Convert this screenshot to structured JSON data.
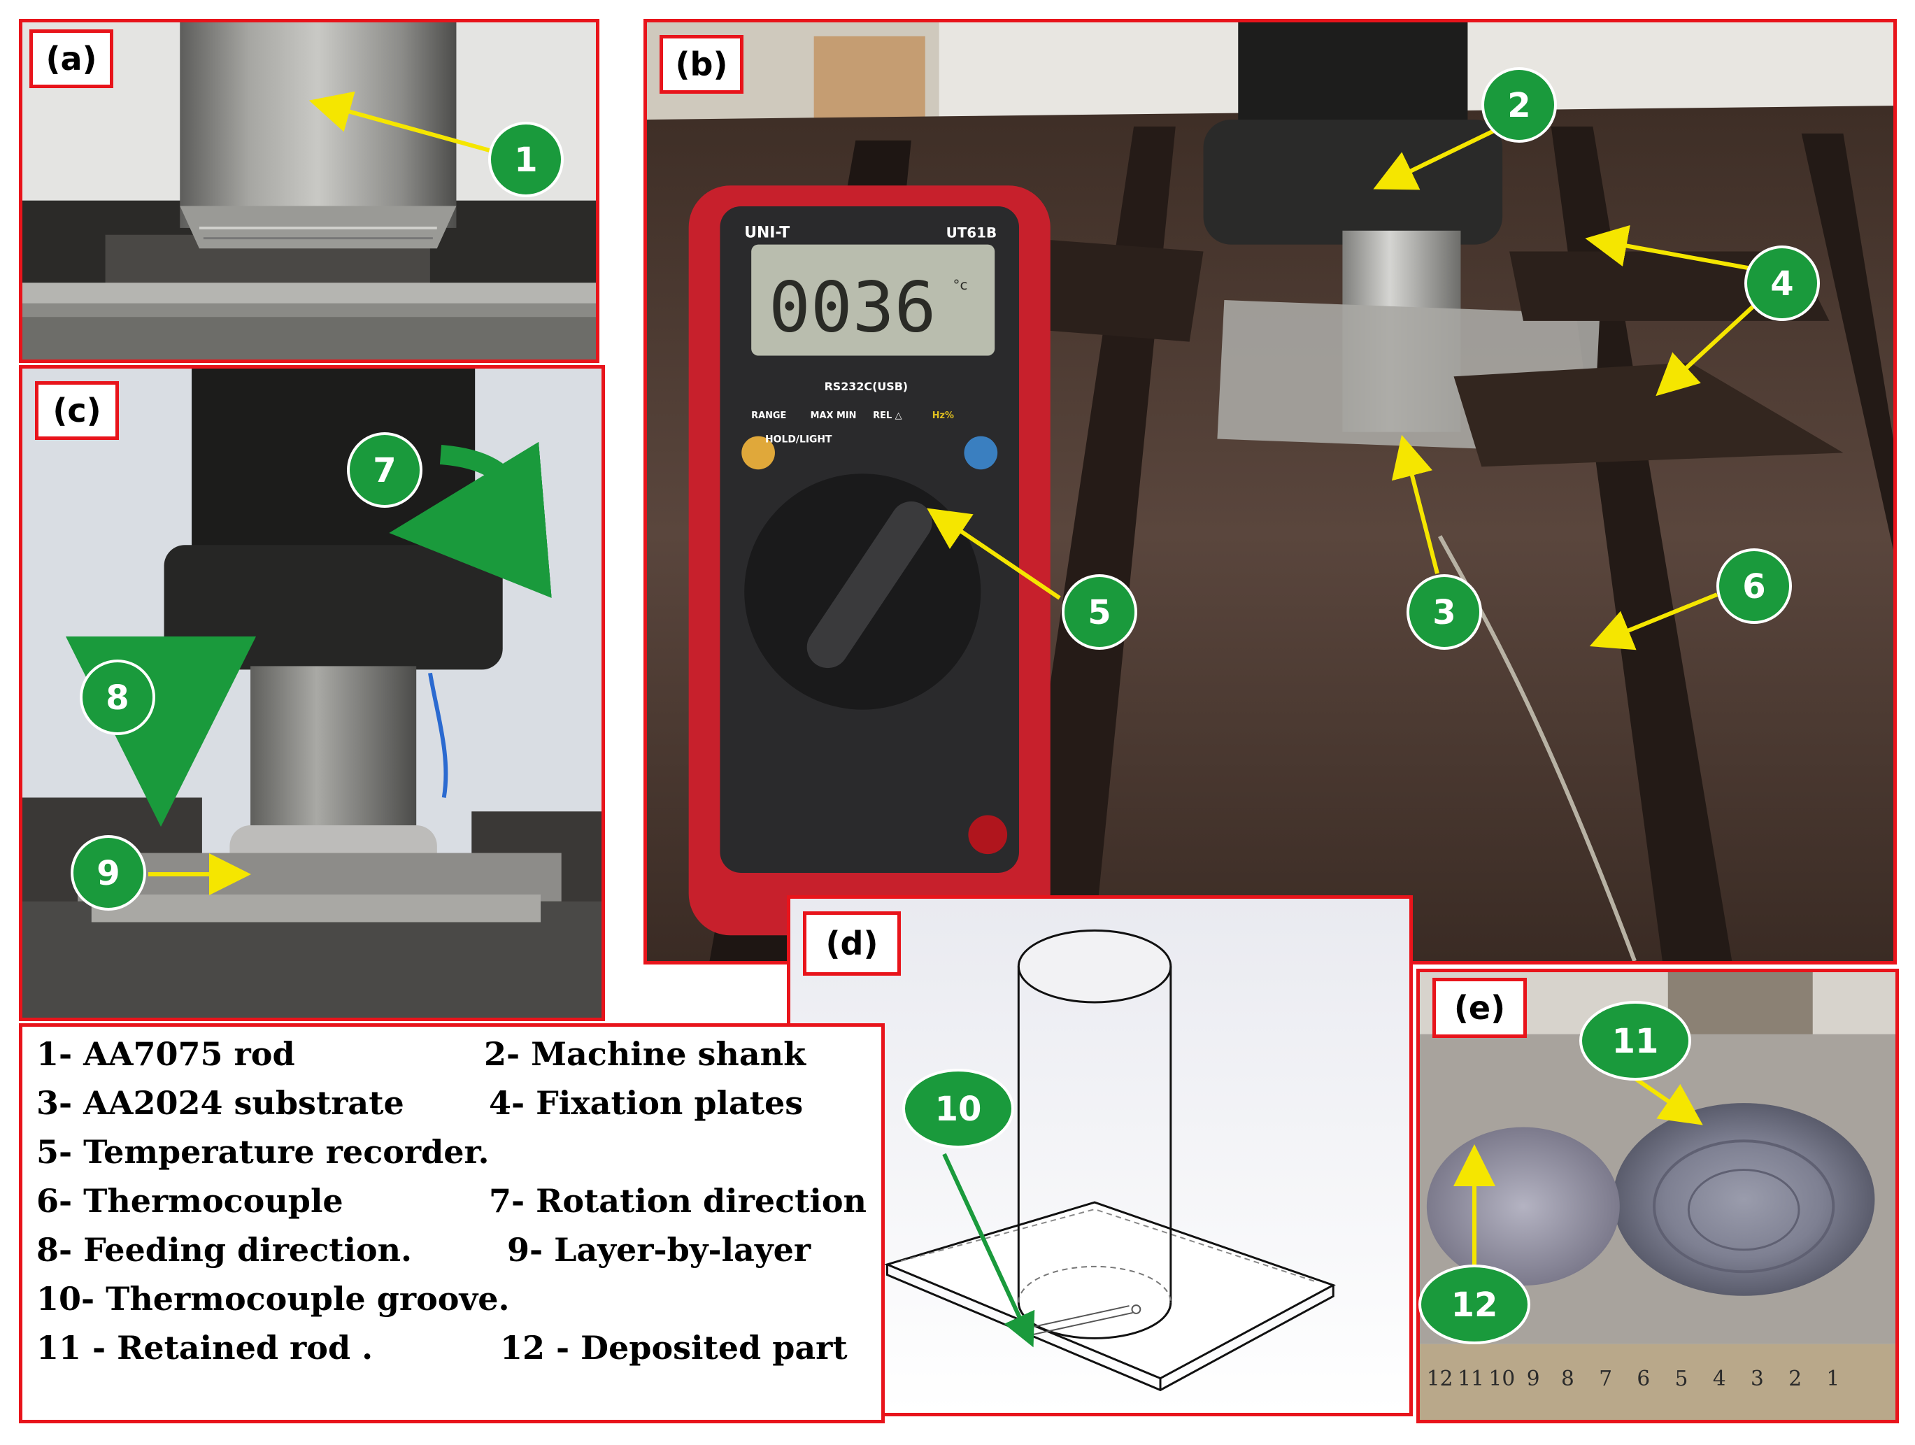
{
  "panels": [
    {
      "label": "(a)"
    },
    {
      "label": "(b)"
    },
    {
      "label": "(c)"
    },
    {
      "label": "(d)"
    },
    {
      "label": "(e)"
    }
  ],
  "markers": [
    "1",
    "2",
    "3",
    "4",
    "5",
    "6",
    "7",
    "8",
    "9",
    "10",
    "11",
    "12"
  ],
  "meter": {
    "brand": "UNI-T",
    "model": "UT61B",
    "reading": "0036",
    "unit": "°c",
    "port": "RS232C(USB)",
    "buttons": [
      "RANGE",
      "MAX MIN",
      "REL △",
      "Hz%"
    ],
    "hold": "HOLD/LIGHT"
  },
  "ruler_numbers": [
    "12",
    "11",
    "10",
    "9",
    "8",
    "7",
    "6",
    "5",
    "4",
    "3",
    "2",
    "1"
  ],
  "legend": [
    {
      "left": "1- AA7075 rod",
      "right": "2- Machine shank"
    },
    {
      "left": "3- AA2024 substrate",
      "right": "4- Fixation plates"
    },
    {
      "left": "5- Temperature recorder.",
      "right": ""
    },
    {
      "left": "6- Thermocouple",
      "right": "7- Rotation direction"
    },
    {
      "left": "8- Feeding direction.",
      "right": "9- Layer-by-layer"
    },
    {
      "left": "10- Thermocouple groove.",
      "right": ""
    },
    {
      "left": "11 - Retained rod .",
      "right": "12 - Deposited part"
    }
  ],
  "colors": {
    "frame": "#e8141b",
    "marker": "#1a9a3c",
    "arrow_yellow": "#f5e600",
    "arrow_green": "#1a9a3c"
  }
}
